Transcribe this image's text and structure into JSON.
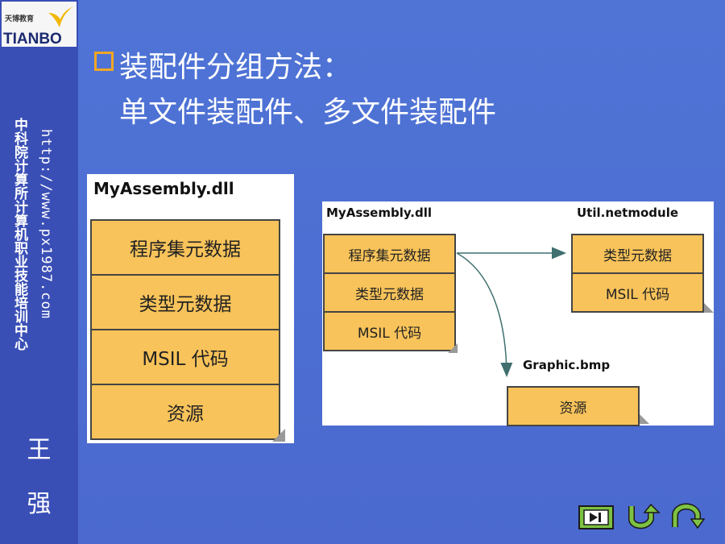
{
  "logo": {
    "cn_text": "天博教育",
    "en_text": "TIANBO"
  },
  "sidebar": {
    "vertical_org": "中科院计算所计算机职业技能培训中心",
    "vertical_url": "http://www.px1987.com",
    "author_char1": "王",
    "author_char2": "强"
  },
  "heading": {
    "line1": "装配件分组方法：",
    "line2": "单文件装配件、多文件装配件"
  },
  "single_file": {
    "title": "MyAssembly.dll",
    "rows": [
      "程序集元数据",
      "类型元数据",
      "MSIL 代码",
      "资源"
    ]
  },
  "multi_file": {
    "main_title": "MyAssembly.dll",
    "main_rows": [
      "程序集元数据",
      "类型元数据",
      "MSIL 代码"
    ],
    "module_title": "Util.netmodule",
    "module_rows": [
      "类型元数据",
      "MSIL 代码"
    ],
    "resource_title": "Graphic.bmp",
    "resource_rows": [
      "资源"
    ]
  },
  "colors": {
    "box_fill": "#f8c35a",
    "bullet": "#f5a623",
    "arrow": "#3f6f6f",
    "nav_green": "#7dc242"
  },
  "nav": {
    "next_icon": "next-slide-icon",
    "back_icon": "return-icon",
    "forward_icon": "arch-forward-icon"
  }
}
